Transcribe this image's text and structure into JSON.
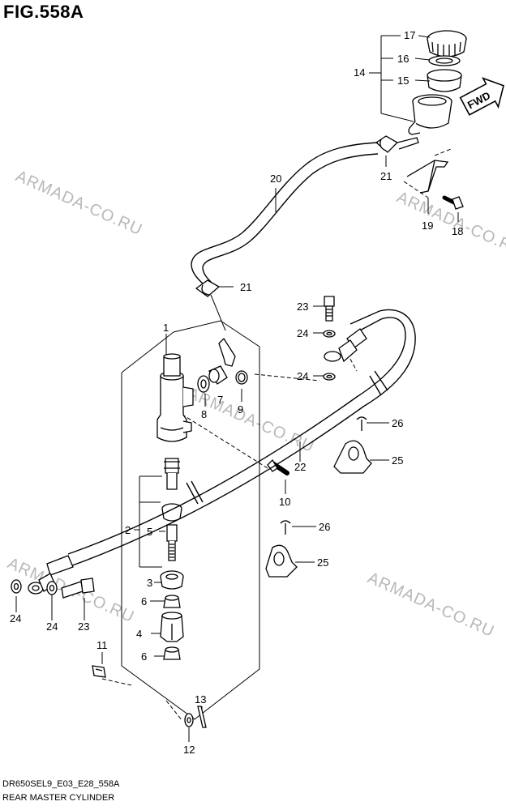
{
  "figure": {
    "title": "FIG.558A"
  },
  "footer": {
    "code": "DR650SEL9_E03_E28_558A",
    "name": "REAR MASTER CYLINDER"
  },
  "watermark": "ARMADA-CO.RU",
  "direction_label": "FWD",
  "callouts": {
    "c1": "1",
    "c2": "2",
    "c3": "3",
    "c4": "4",
    "c5": "5",
    "c6a": "6",
    "c6b": "6",
    "c7": "7",
    "c8": "8",
    "c9": "9",
    "c10": "10",
    "c11": "11",
    "c12": "12",
    "c13": "13",
    "c14": "14",
    "c15": "15",
    "c16": "16",
    "c17": "17",
    "c18": "18",
    "c19": "19",
    "c20": "20",
    "c21a": "21",
    "c21b": "21",
    "c22": "22",
    "c23a": "23",
    "c23b": "23",
    "c24a": "24",
    "c24b": "24",
    "c24c": "24",
    "c24d": "24",
    "c25a": "25",
    "c25b": "25",
    "c26a": "26",
    "c26b": "26"
  },
  "colors": {
    "line": "#000000",
    "watermark": "#b8b8b8",
    "background": "#ffffff"
  }
}
